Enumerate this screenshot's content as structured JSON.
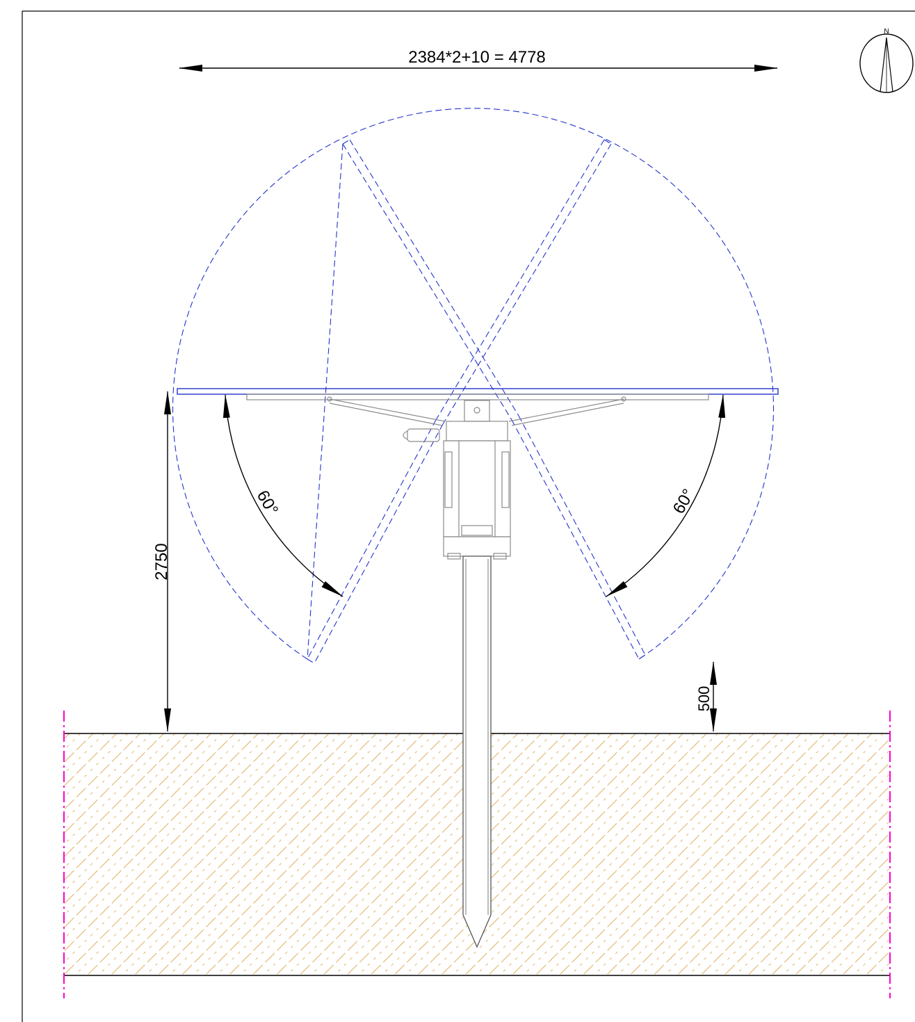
{
  "drawing": {
    "compass_label": "N",
    "width_dimension_label": "2384*2+10 = 4778",
    "height_dimension_label": "2750",
    "clearance_dimension_label": "500",
    "left_angle_label": "60°",
    "right_angle_label": "60°"
  },
  "colors": {
    "outline": "#000000",
    "panel_swing": "#2233cc",
    "mechanism": "#8a8a8a",
    "ground_hatch": "#e2b46a",
    "centerline": "#ff00cc"
  },
  "icons": [
    "north-arrow-icon"
  ]
}
